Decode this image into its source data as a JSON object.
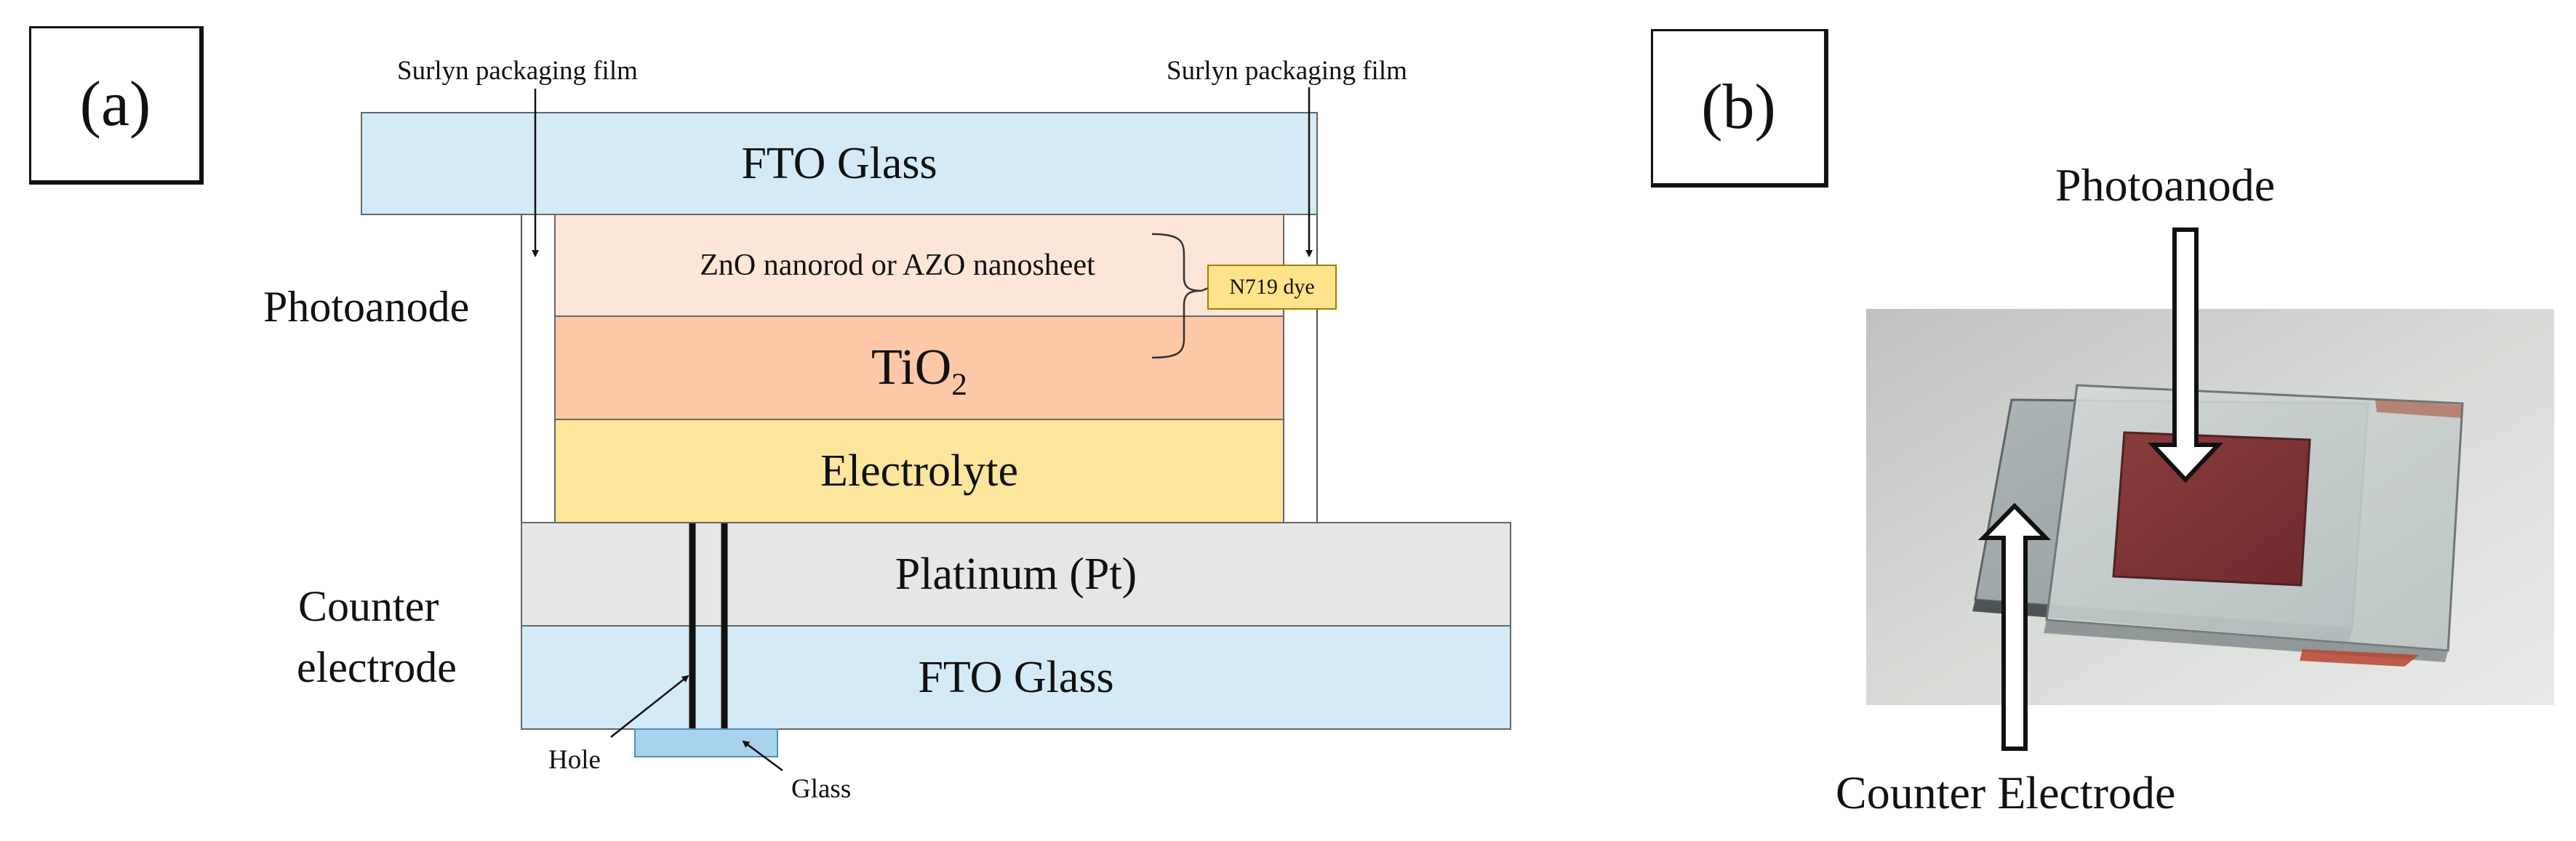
{
  "panel_a": {
    "label": "(a)",
    "surlyn_left": "Surlyn packaging film",
    "surlyn_right": "Surlyn packaging film",
    "fto_top": "FTO Glass",
    "zno_layer": "ZnO nanorod or AZO nanosheet",
    "tio2_main": "TiO",
    "tio2_sub": "2",
    "electrolyte": "Electrolyte",
    "platinum": "Platinum (Pt)",
    "fto_bottom": "FTO Glass",
    "dye": "N719 dye",
    "photoanode": "Photoanode",
    "counter_line1": "Counter",
    "counter_line2": "electrode",
    "hole": "Hole",
    "glass": "Glass"
  },
  "panel_b": {
    "label": "(b)",
    "photoanode": "Photoanode",
    "counter": "Counter Electrode"
  },
  "colors": {
    "fto_glass": "#d4ebf7",
    "zno_layer": "#fde6d8",
    "tio2_layer": "#fcc8a8",
    "electrolyte_layer": "#fde69c",
    "platinum_layer": "#e6e6e6",
    "dye_box": "#ffe38a",
    "glass_plug": "#a9d3ec"
  }
}
